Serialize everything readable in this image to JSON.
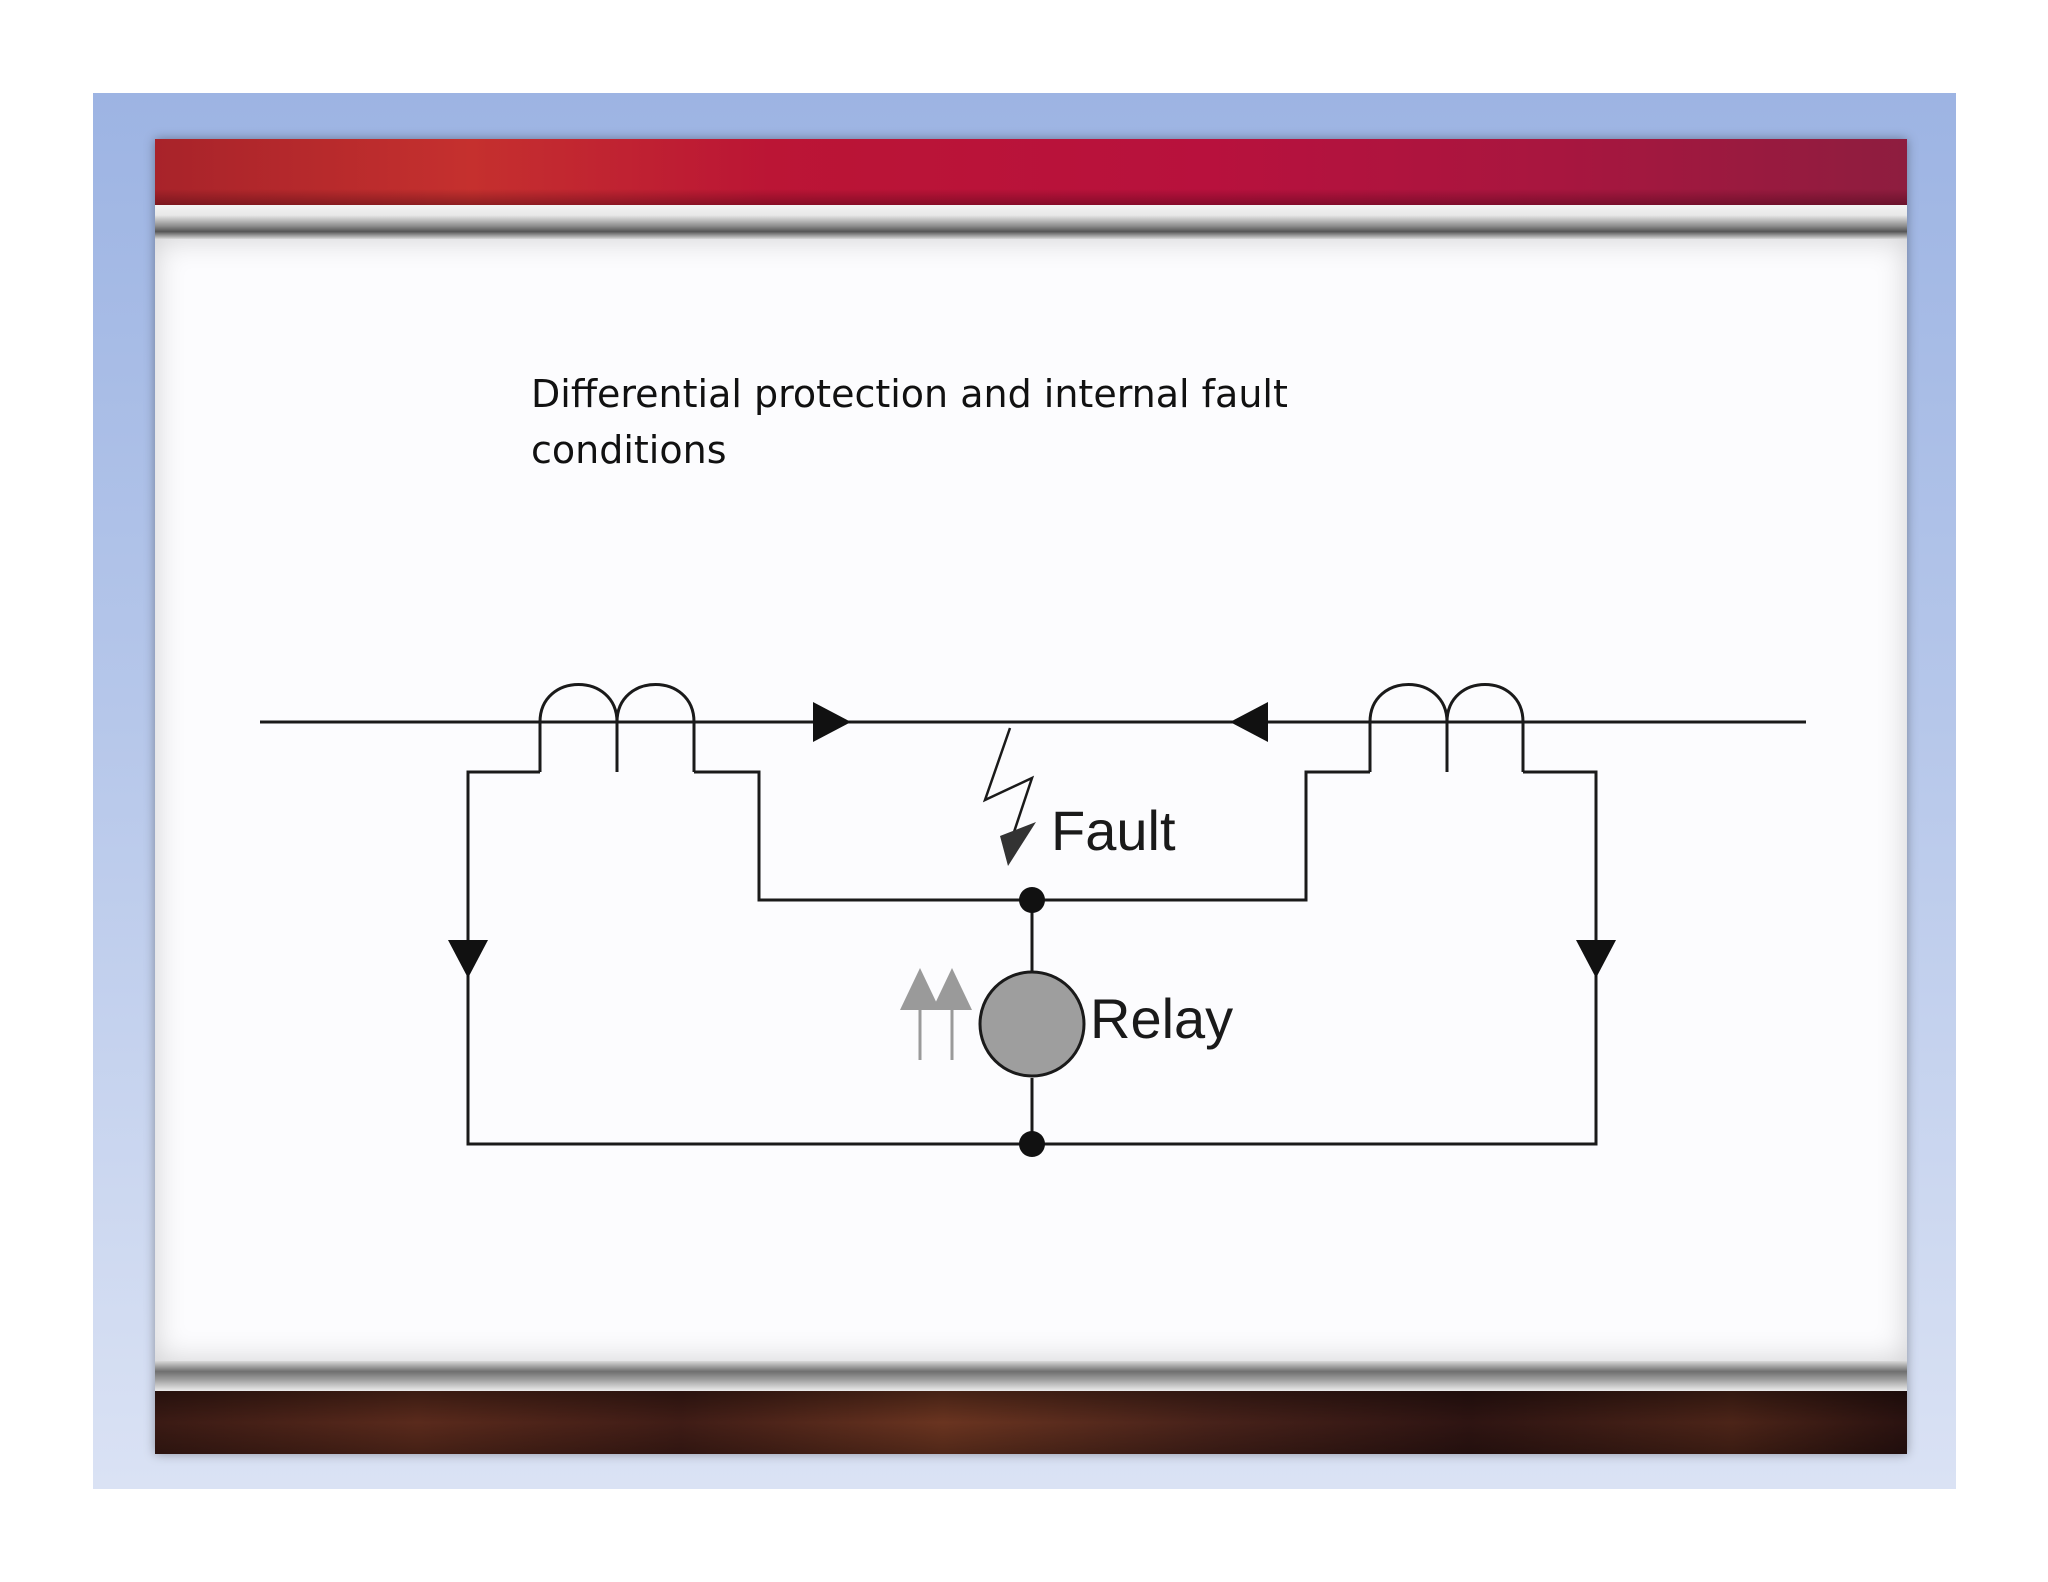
{
  "slide": {
    "title": "Differential protection and internal fault conditions"
  },
  "diagram": {
    "fault_label": "Fault",
    "relay_label": "Relay"
  },
  "colors": {
    "frame": "#9db4e3",
    "header_band": "#b8113d",
    "relay_fill": "#9e9e9e",
    "wire": "#1a1a1a",
    "current_arrows": "#9a9a9a"
  }
}
